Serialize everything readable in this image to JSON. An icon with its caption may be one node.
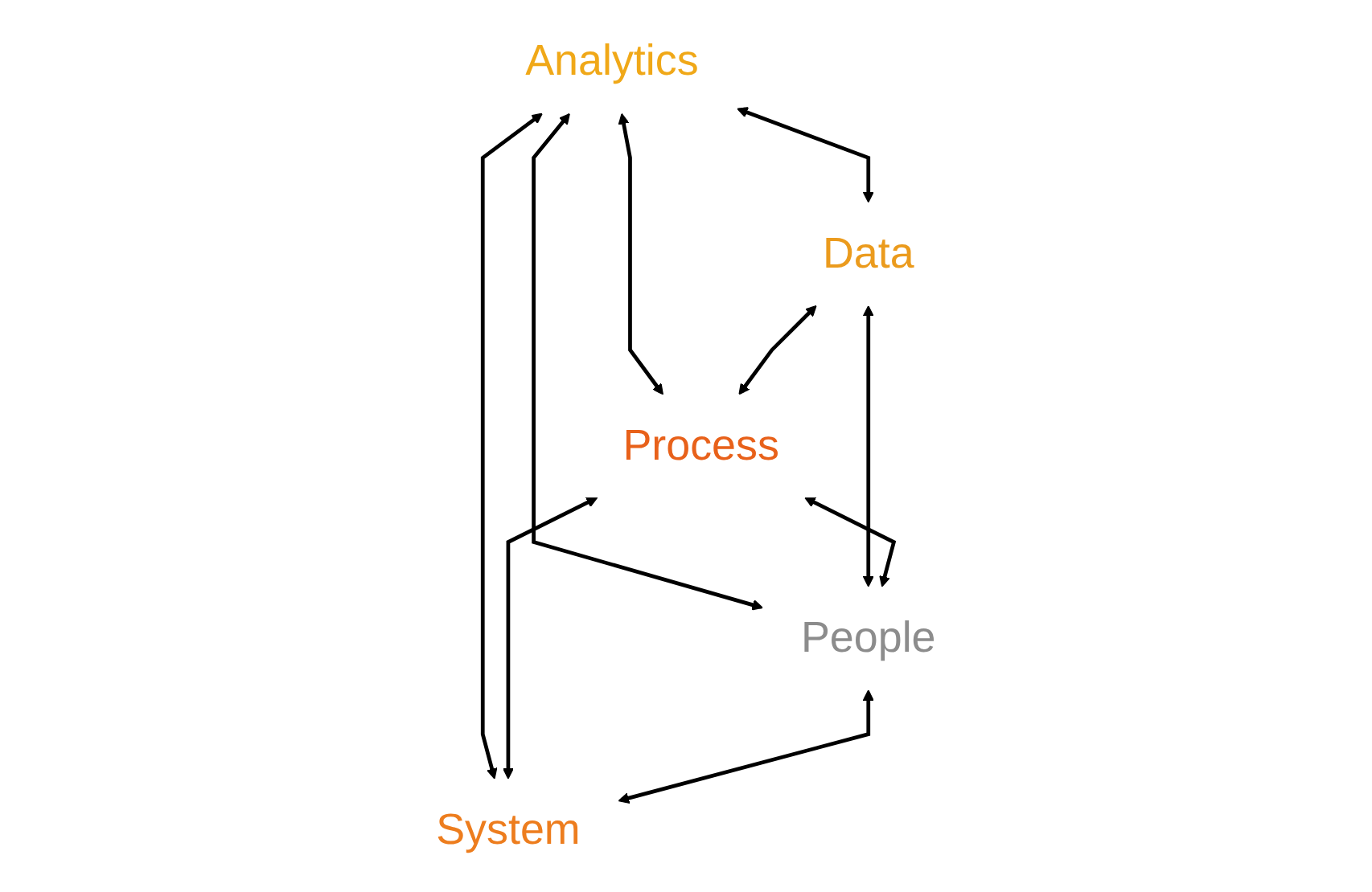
{
  "diagram": {
    "nodes": [
      {
        "text": [
          "Analytics"
        ]
      },
      {
        "text": [
          "Data"
        ]
      },
      {
        "text": [
          "People"
        ]
      },
      {
        "text": [
          "Process"
        ]
      },
      {
        "text": [
          "System"
        ]
      }
    ],
    "edges": [
      {
        "from": 0,
        "to": 1,
        "arrow": "both"
      },
      {
        "from": 0,
        "to": 3,
        "arrow": "both"
      },
      {
        "from": 0,
        "to": 2,
        "arrow": "both"
      },
      {
        "from": 0,
        "to": 4,
        "arrow": "both"
      },
      {
        "from": 1,
        "to": 3,
        "arrow": "both"
      },
      {
        "from": 1,
        "to": 2,
        "arrow": "both"
      },
      {
        "from": 3,
        "to": 2,
        "arrow": "both"
      },
      {
        "from": 3,
        "to": 4,
        "arrow": "both"
      },
      {
        "from": 2,
        "to": 4,
        "arrow": "both"
      }
    ]
  }
}
